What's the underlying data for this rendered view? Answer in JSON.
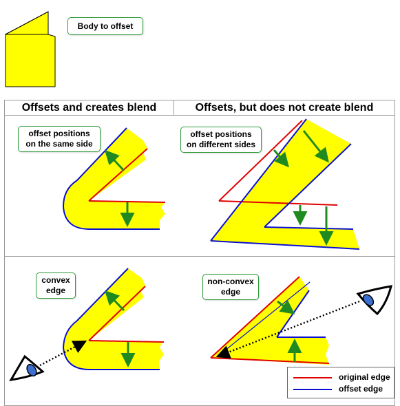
{
  "title_label": "Body to offset",
  "headers": {
    "left": "Offsets and creates blend",
    "right": "Offsets, but does not create blend"
  },
  "callouts": {
    "same_side": [
      "offset positions",
      "on the same side"
    ],
    "different_sides": [
      "offset positions",
      "on different sides"
    ],
    "convex": [
      "convex",
      "edge"
    ],
    "non_convex": [
      "non-convex",
      "edge"
    ]
  },
  "legend": {
    "original": "original edge",
    "offset": "offset edge"
  },
  "colors": {
    "original_edge": "#e00000",
    "offset_edge": "#0a10d0",
    "body_fill": "#ffff00",
    "arrow": "#1f8a1f",
    "panel_border": "#9a9a9a",
    "callout_border": "#2e9a3a"
  },
  "icons": [
    "eye-icon",
    "eye-icon"
  ]
}
